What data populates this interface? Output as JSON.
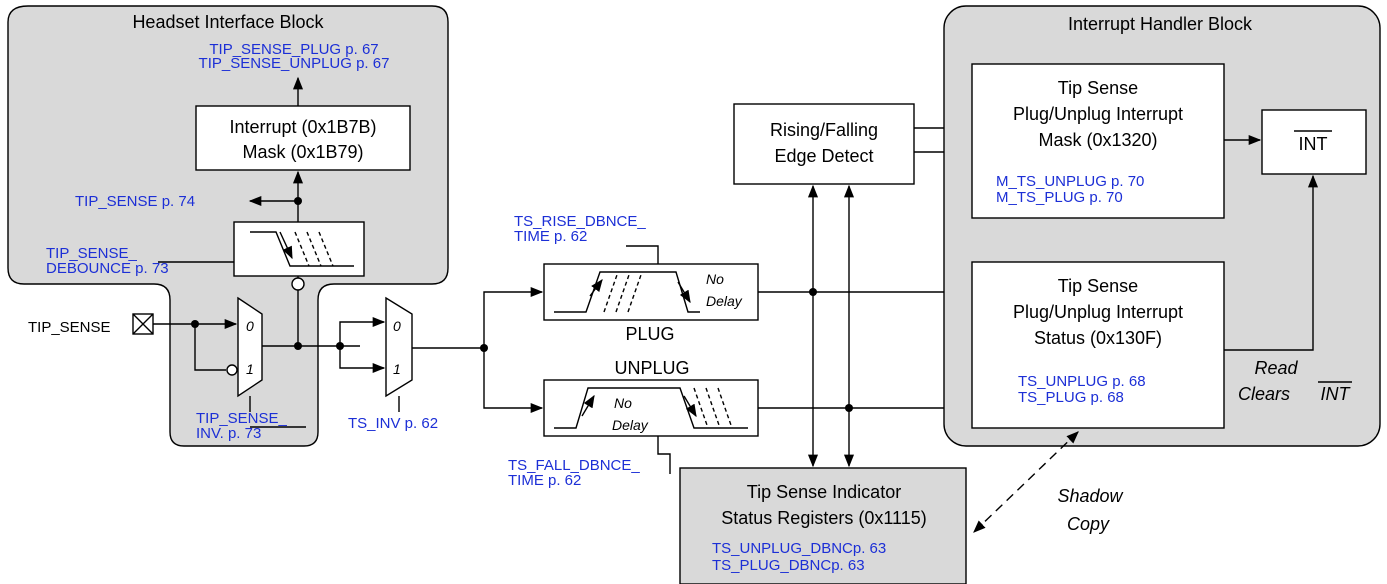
{
  "headset_block": {
    "title": "Headset Interface Block",
    "reg_plug": "TIP_SENSE_PLUG p. 67",
    "reg_unplug": "TIP_SENSE_UNPLUG p. 67",
    "mask_line1": "Interrupt (0x1B7B)",
    "mask_line2": "Mask (0x1B79)",
    "tip_sense_ref": "TIP_SENSE p. 74",
    "debounce_ref_1": "TIP_SENSE_",
    "debounce_ref_2": "DEBOUNCE p. 73",
    "inv_ref_1": "TIP_SENSE_",
    "inv_ref_2": "INV. p. 73"
  },
  "pin": {
    "label": "TIP_SENSE"
  },
  "mux1": {
    "in0": "0",
    "in1": "1"
  },
  "mux2": {
    "in0": "0",
    "in1": "1",
    "ref": "TS_INV p. 62"
  },
  "plug_path": {
    "ref_1": "TS_RISE_DBNCE_",
    "ref_2": "TIME p. 62",
    "no_delay_1": "No",
    "no_delay_2": "Delay",
    "label": "PLUG"
  },
  "unplug_path": {
    "ref_1": "TS_FALL_DBNCE_",
    "ref_2": "TIME p. 62",
    "no_delay_1": "No",
    "no_delay_2": "Delay",
    "label": "UNPLUG"
  },
  "edge_detect": {
    "line1": "Rising/Falling",
    "line2": "Edge Detect"
  },
  "indicator": {
    "line1": "Tip Sense Indicator",
    "line2": "Status Registers (0x1115)",
    "reg1": "TS_UNPLUG_DBNCp. 63",
    "reg2": "TS_PLUG_DBNCp. 63"
  },
  "interrupt_block": {
    "title": "Interrupt Handler Block",
    "mask": {
      "line1": "Tip Sense",
      "line2": "Plug/Unplug Interrupt",
      "line3": "Mask (0x1320)",
      "reg1": "M_TS_UNPLUG p. 70",
      "reg2": "M_TS_PLUG p. 70"
    },
    "status": {
      "line1": "Tip Sense",
      "line2": "Plug/Unplug Interrupt",
      "line3": "Status (0x130F)",
      "reg1": "TS_UNPLUG p. 68",
      "reg2": "TS_PLUG p. 68"
    },
    "int_label": "INT",
    "read_clears_1": "Read",
    "read_clears_2": "Clears",
    "read_clears_int": "INT"
  },
  "shadow": {
    "line1": "Shadow",
    "line2": "Copy"
  },
  "colors": {
    "reference_text": "#1c2fd6",
    "block_fill": "#d9d9d9"
  }
}
